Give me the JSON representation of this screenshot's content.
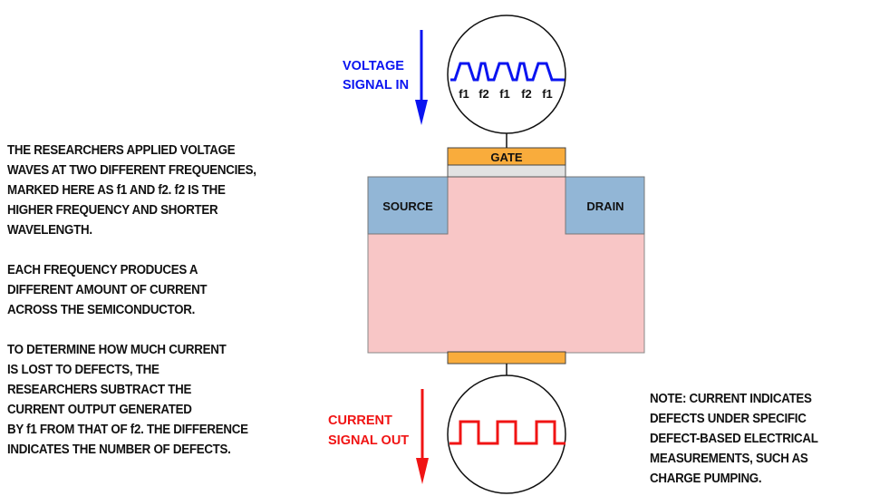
{
  "voltage_label": [
    "VOLTAGE",
    "SIGNAL IN"
  ],
  "current_label": [
    "CURRENT",
    "SIGNAL OUT"
  ],
  "wave_labels": [
    "f1",
    "f2",
    "f1",
    "f2",
    "f1"
  ],
  "components": {
    "gate": "GATE",
    "source": "SOURCE",
    "drain": "DRAIN"
  },
  "left_text": [
    [
      "THE RESEARCHERS APPLIED VOLTAGE",
      "WAVES AT TWO DIFFERENT FREQUENCIES,",
      "MARKED HERE AS f1 AND f2. f2 IS THE",
      "HIGHER FREQUENCY AND SHORTER",
      "WAVELENGTH."
    ],
    [
      "EACH FREQUENCY PRODUCES A",
      "DIFFERENT AMOUNT OF CURRENT",
      "ACROSS THE SEMICONDUCTOR."
    ],
    [
      "TO DETERMINE HOW MUCH CURRENT",
      "IS LOST TO DEFECTS, THE",
      "RESEARCHERS SUBTRACT THE",
      "CURRENT OUTPUT GENERATED",
      "BY f1 FROM THAT OF f2. THE DIFFERENCE",
      "INDICATES THE NUMBER OF DEFECTS."
    ]
  ],
  "note_text": [
    "NOTE: CURRENT INDICATES",
    "DEFECTS UNDER SPECIFIC",
    "DEFECT-BASED ELECTRICAL",
    "MEASUREMENTS, SUCH AS",
    "CHARGE PUMPING."
  ],
  "colors": {
    "voltage": "#0a14f0",
    "current": "#f01414",
    "gate": "#f9ac3c",
    "source_drain": "#92b6d6",
    "substrate": "#f8c6c6",
    "oxide": "#e2e2e2"
  }
}
